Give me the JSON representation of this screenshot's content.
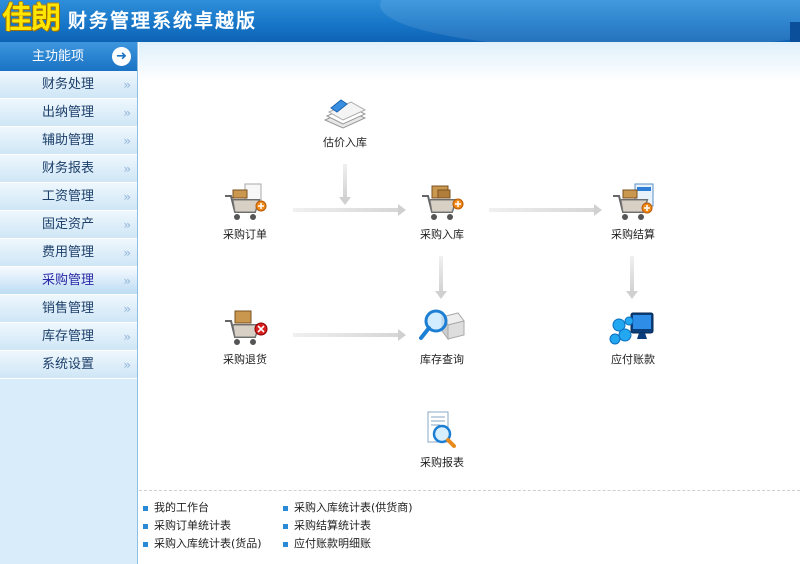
{
  "header": {
    "logo_text": "佳朗",
    "title": "财务管理系统卓越版"
  },
  "sidebar": {
    "heading": "主功能项",
    "items": [
      {
        "label": "财务处理",
        "active": false
      },
      {
        "label": "出纳管理",
        "active": false
      },
      {
        "label": "辅助管理",
        "active": false
      },
      {
        "label": "财务报表",
        "active": false
      },
      {
        "label": "工资管理",
        "active": false
      },
      {
        "label": "固定资产",
        "active": false
      },
      {
        "label": "费用管理",
        "active": false
      },
      {
        "label": "采购管理",
        "active": true
      },
      {
        "label": "销售管理",
        "active": false
      },
      {
        "label": "库存管理",
        "active": false
      },
      {
        "label": "系统设置",
        "active": false
      }
    ]
  },
  "flow": {
    "estimate_in": "估价入库",
    "purchase_order": "采购订单",
    "purchase_in": "采购入库",
    "purchase_settle": "采购结算",
    "purchase_return": "采购退货",
    "stock_query": "库存查询",
    "payable": "应付账款",
    "purchase_report": "采购报表"
  },
  "links": [
    "我的工作台",
    "采购订单统计表",
    "采购入库统计表(货品)",
    "采购入库统计表(供货商)",
    "采购结算统计表",
    "应付账款明细账"
  ],
  "colors": {
    "header": "#1877c9",
    "sidebar_bg": "#d8ecf9",
    "logo": "#ffe600",
    "active_menu_text": "#2a2aa6"
  }
}
